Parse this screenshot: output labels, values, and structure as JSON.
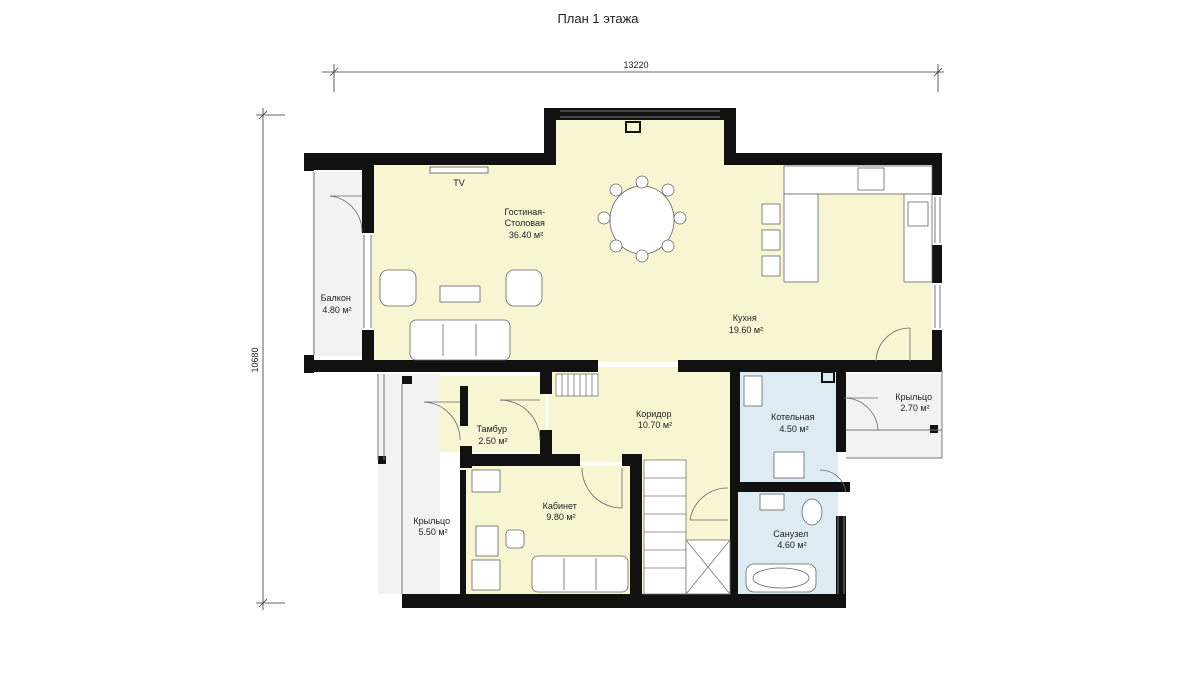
{
  "title": "План 1 этажа",
  "dimensions": {
    "width": "13220",
    "height": "10680"
  },
  "colors": {
    "wall": "#111111",
    "living": "#f8f5d3",
    "tech": "#dcecf2",
    "porch": "#f2f2f2",
    "line": "#7a7a7a"
  },
  "rooms": [
    {
      "id": "living",
      "name_lines": [
        "Гостиная-",
        "Столовая"
      ],
      "area": "36.40 м²"
    },
    {
      "id": "kitchen",
      "name_lines": [
        "Кухня"
      ],
      "area": "19.60 м²"
    },
    {
      "id": "balcony",
      "name_lines": [
        "Балкон"
      ],
      "area": "4.80 м²"
    },
    {
      "id": "corridor",
      "name_lines": [
        "Коридор"
      ],
      "area": "10.70 м²"
    },
    {
      "id": "vestibule",
      "name_lines": [
        "Тамбур"
      ],
      "area": "2.50 м²"
    },
    {
      "id": "boiler",
      "name_lines": [
        "Котельная"
      ],
      "area": "4.50 м²"
    },
    {
      "id": "porch-right",
      "name_lines": [
        "Крыльцо"
      ],
      "area": "2.70 м²"
    },
    {
      "id": "study",
      "name_lines": [
        "Кабинет"
      ],
      "area": "9.80 м²"
    },
    {
      "id": "porch-left",
      "name_lines": [
        "Крыльцо"
      ],
      "area": "5.50 м²"
    },
    {
      "id": "bathroom",
      "name_lines": [
        "Санузел"
      ],
      "area": "4.60 м²"
    }
  ],
  "furniture_labels": {
    "tv": "TV"
  }
}
